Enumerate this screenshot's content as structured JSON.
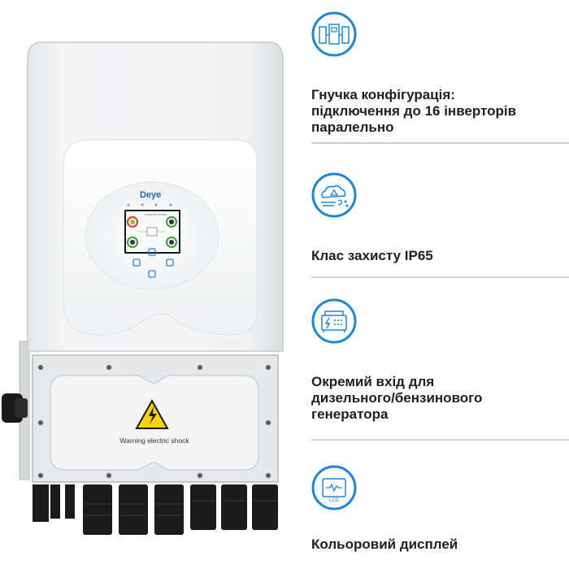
{
  "product": {
    "brand_logo": "Deye",
    "panel_warning": "Warning electric shock",
    "screen_header": "INVERTER STATUS"
  },
  "features": [
    {
      "icon": "parallel-inverters-icon",
      "label": "Гнучка конфігурація:\nпідключення до 16 інверторів\nпаралельно"
    },
    {
      "icon": "weather-protection-icon",
      "label": "Клас захисту IP65"
    },
    {
      "icon": "generator-icon",
      "label": "Окремий вхід для\nдизельного/бензинового\nгенератора"
    },
    {
      "icon": "lcd-display-icon",
      "label": "Кольоровий дисплей",
      "icon_text": "LCD"
    }
  ],
  "colors": {
    "accent": "#1d87d6",
    "divider": "#cfd3d8",
    "housing": "#f1f2f3",
    "warning_yellow": "#f5d20a"
  }
}
